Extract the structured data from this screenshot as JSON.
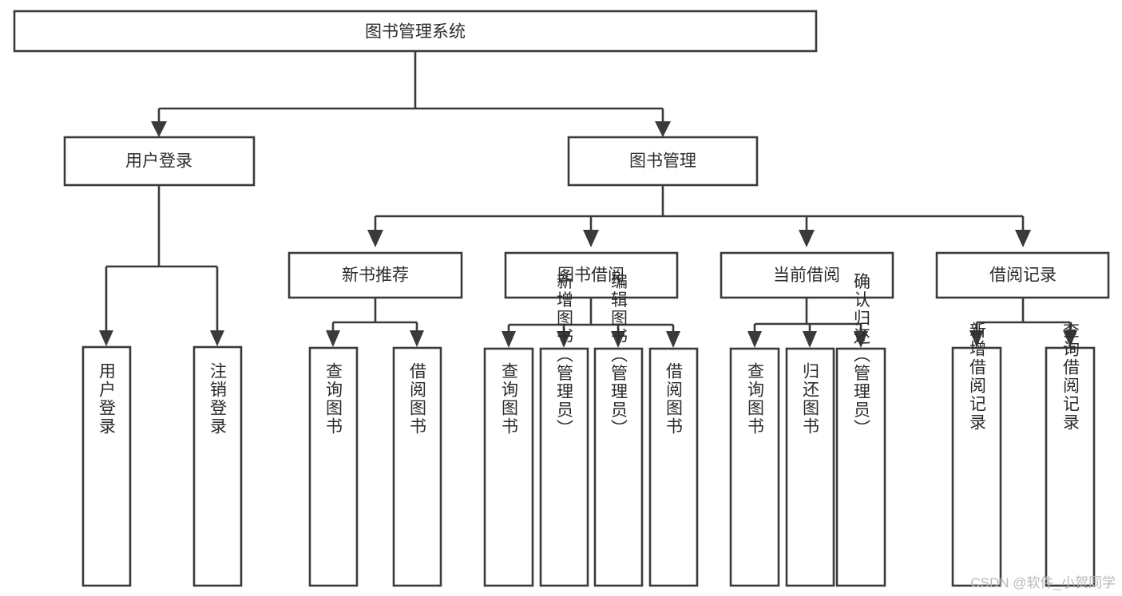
{
  "diagram": {
    "title": "图书管理系统",
    "type": "tree",
    "watermark": "CSDN @软件_小贺同学",
    "colors": {
      "stroke": "#3a3a3a",
      "fill": "#ffffff",
      "text": "#2b2b2b",
      "watermark": "#b9b9b9",
      "background": "#ffffff"
    },
    "root": {
      "label": "图书管理系统",
      "orientation": "horizontal"
    },
    "level2": [
      {
        "label": "用户登录",
        "orientation": "horizontal"
      },
      {
        "label": "图书管理",
        "orientation": "horizontal"
      }
    ],
    "level3": [
      {
        "label": "新书推荐",
        "orientation": "horizontal"
      },
      {
        "label": "图书借阅",
        "orientation": "horizontal"
      },
      {
        "label": "当前借阅",
        "orientation": "horizontal"
      },
      {
        "label": "借阅记录",
        "orientation": "horizontal"
      }
    ],
    "leaves": {
      "user_login": [
        {
          "label": "用户登录",
          "orientation": "vertical"
        },
        {
          "label": "注销登录",
          "orientation": "vertical"
        }
      ],
      "new_book_recommend": [
        {
          "label": "查询图书",
          "orientation": "vertical"
        },
        {
          "label": "借阅图书",
          "orientation": "vertical"
        }
      ],
      "book_borrow": [
        {
          "label": "查询图书",
          "orientation": "vertical"
        },
        {
          "label": "新增图书（管理员）",
          "orientation": "vertical"
        },
        {
          "label": "编辑图书（管理员）",
          "orientation": "vertical"
        },
        {
          "label": "借阅图书",
          "orientation": "vertical"
        }
      ],
      "current_borrow": [
        {
          "label": "查询图书",
          "orientation": "vertical"
        },
        {
          "label": "归还图书",
          "orientation": "vertical"
        },
        {
          "label": "确认归还（管理员）",
          "orientation": "vertical"
        }
      ],
      "borrow_record": [
        {
          "label": "新增借阅记录",
          "orientation": "vertical"
        },
        {
          "label": "查询借阅记录",
          "orientation": "vertical"
        }
      ]
    }
  }
}
